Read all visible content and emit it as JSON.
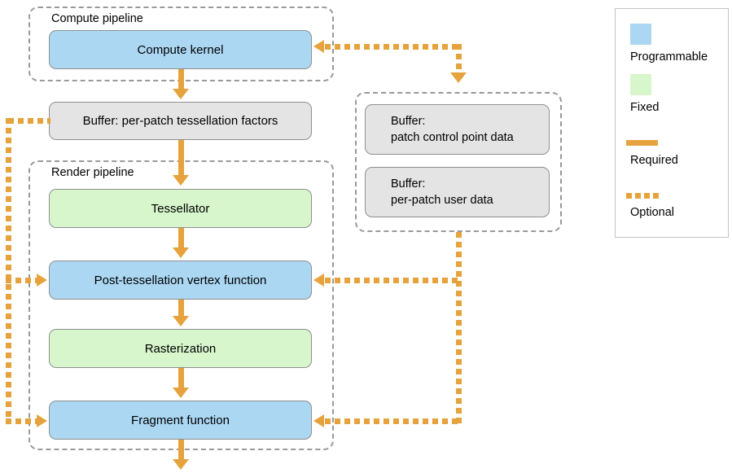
{
  "groups": {
    "compute_pipeline": {
      "label": "Compute pipeline"
    },
    "render_pipeline": {
      "label": "Render pipeline"
    }
  },
  "nodes": {
    "compute_kernel": "Compute kernel",
    "buffer_tess_factors": "Buffer: per-patch tessellation factors",
    "tessellator": "Tessellator",
    "post_tess_vertex": "Post-tessellation vertex function",
    "rasterization": "Rasterization",
    "fragment_function": "Fragment function",
    "buffer_patch_control": {
      "line1": "Buffer:",
      "line2": "patch control point data"
    },
    "buffer_per_patch_user": {
      "line1": "Buffer:",
      "line2": "per-patch user data"
    }
  },
  "legend": {
    "programmable_label": "Programmable",
    "fixed_label": "Fixed",
    "required_label": "Required",
    "optional_label": "Optional"
  },
  "colors": {
    "programmable_fill": "#abd7f3",
    "fixed_fill": "#d7f6cc",
    "buffer_fill": "#e4e4e4",
    "connector_orange": "#e6a33d",
    "group_border": "#999999",
    "node_border": "#8f8f8f",
    "legend_border": "#c4c4c4"
  }
}
